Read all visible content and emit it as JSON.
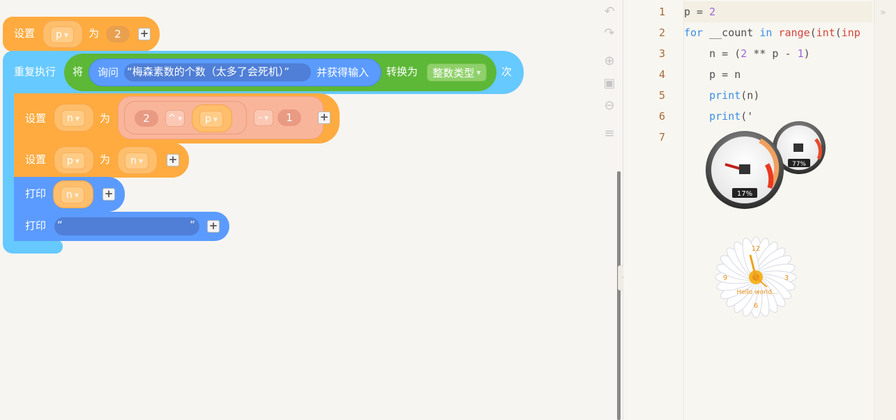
{
  "blocks": {
    "set1": {
      "label": "设置",
      "var": "p",
      "to": "为",
      "value": "2"
    },
    "repeat": {
      "label": "重复执行",
      "convert_prefix": "将",
      "ask": "询问",
      "prompt": "“梅森素数的个数（太多了会死机）”",
      "get_input": "并获得输入",
      "convert": "转换为",
      "type": "整数类型",
      "times": "次"
    },
    "set2": {
      "label": "设置",
      "var": "n",
      "to": "为",
      "base": "2",
      "op_pow": "^",
      "exp": "p",
      "op_minus": "-",
      "minus_value": "1"
    },
    "set3": {
      "label": "设置",
      "var": "p",
      "to": "为",
      "value": "n"
    },
    "print1": {
      "label": "打印",
      "value": "n"
    },
    "print2": {
      "label": "打印",
      "open_quote": "“",
      "close_quote": "”",
      "text": ""
    }
  },
  "editor": {
    "line_numbers": [
      "1",
      "2",
      "3",
      "4",
      "5",
      "6",
      "7"
    ],
    "lines": [
      [
        {
          "t": "p = ",
          "c": ""
        },
        {
          "t": "2",
          "c": "num"
        }
      ],
      [
        {
          "t": "for",
          "c": "kw"
        },
        {
          "t": " __count ",
          "c": ""
        },
        {
          "t": "in",
          "c": "kw"
        },
        {
          "t": " ",
          "c": ""
        },
        {
          "t": "range",
          "c": "fn"
        },
        {
          "t": "(",
          "c": ""
        },
        {
          "t": "int",
          "c": "fn"
        },
        {
          "t": "(",
          "c": ""
        },
        {
          "t": "inp",
          "c": "fn"
        }
      ],
      [
        {
          "t": "    n = (",
          "c": ""
        },
        {
          "t": "2",
          "c": "num"
        },
        {
          "t": " ** p - ",
          "c": ""
        },
        {
          "t": "1",
          "c": "num"
        },
        {
          "t": ")",
          "c": ""
        }
      ],
      [
        {
          "t": "    p = n",
          "c": ""
        }
      ],
      [
        {
          "t": "    ",
          "c": ""
        },
        {
          "t": "print",
          "c": "kw"
        },
        {
          "t": "(n)",
          "c": ""
        }
      ],
      [
        {
          "t": "    ",
          "c": ""
        },
        {
          "t": "print",
          "c": "kw"
        },
        {
          "t": "('",
          "c": ""
        }
      ],
      []
    ]
  },
  "gadgets": {
    "cpu_percent": "17%",
    "mem_percent": "77%",
    "clock_12": "12",
    "clock_3": "3",
    "clock_6": "6",
    "clock_9": "9",
    "clock_text": "Hello world..."
  },
  "colors": {
    "orange": "#ffab40",
    "blue": "#5b9bff",
    "green": "#5cb836",
    "lightblue": "#66c9ff",
    "salmon": "#f9b59a"
  }
}
